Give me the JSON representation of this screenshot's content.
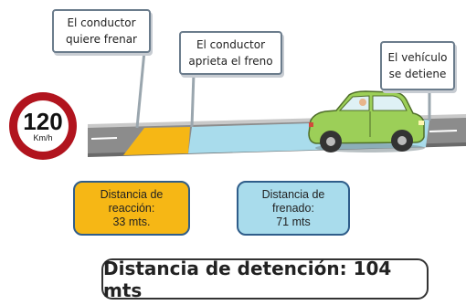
{
  "speed_sign": {
    "value": "120",
    "unit": "Km/h"
  },
  "callouts": [
    {
      "id": "conductor-quiere-frenar",
      "text": "El conductor\nquiere frenar"
    },
    {
      "id": "conductor-aprieta-freno",
      "text": "El conductor\naprieta el freno"
    },
    {
      "id": "vehiculo-se-detiene",
      "text": "El vehículo\nse detiene"
    }
  ],
  "distances": {
    "reaction": {
      "text": "Distancia de\nreacción:\n33 mts.",
      "color": "#f6b715"
    },
    "braking": {
      "text": "Distancia de\nfrenado:\n71 mts",
      "color": "#a9dcec"
    }
  },
  "total": {
    "text": "Distancia de detención: 104 mts"
  },
  "colors": {
    "road": "#8a8a8a",
    "road_edge": "#5a5a5a",
    "sign_ring": "#b1141e",
    "car_body": "#9ccf58",
    "marker": "#8f9ea8"
  }
}
